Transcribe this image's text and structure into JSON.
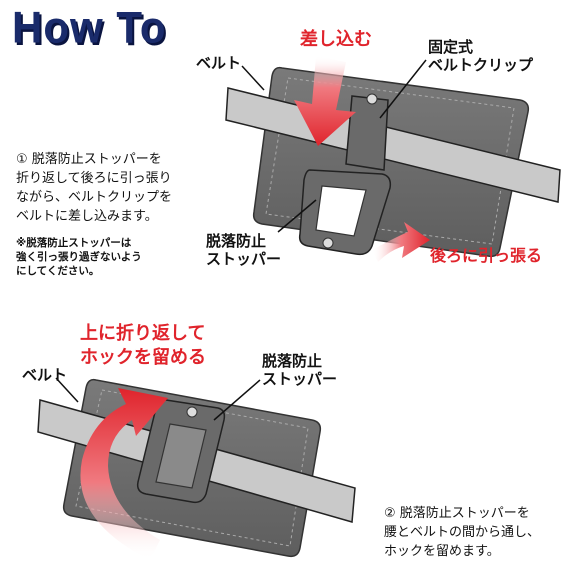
{
  "title": "How To",
  "step1": {
    "label_belt": "ベルト",
    "label_clip": [
      "固定式",
      "ベルトクリップ"
    ],
    "label_stopper": [
      "脱落防止",
      "ストッパー"
    ],
    "red_insert": "差し込む",
    "red_pull": "後ろに引っ張る",
    "text": [
      "① 脱落防止ストッパーを",
      "折り返して後ろに引っ張り",
      "ながら、ベルトクリップを",
      "ベルトに差し込みます。"
    ],
    "note": [
      "※脱落防止ストッパーは",
      "強く引っ張り過ぎないよう",
      "にしてください。"
    ]
  },
  "step2": {
    "label_belt": "ベルト",
    "label_stopper": [
      "脱落防止",
      "ストッパー"
    ],
    "red_fold": [
      "上に折り返して",
      "ホックを留める"
    ],
    "text": [
      "② 脱落防止ストッパーを",
      "腰とベルトの間から通し、",
      "ホックを留めます。"
    ]
  },
  "colors": {
    "title": "#1a2b6b",
    "accent_red": "#e0242c",
    "pouch": "#6e6e6e",
    "belt": "#c4c4c4"
  }
}
